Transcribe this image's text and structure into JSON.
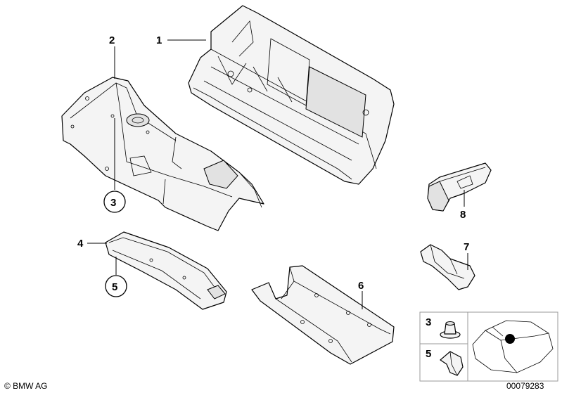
{
  "callouts": {
    "c1": "1",
    "c2": "2",
    "c3": "3",
    "c4": "4",
    "c5": "5",
    "c6": "6",
    "c7": "7",
    "c8": "8"
  },
  "legend": {
    "item_a": "3",
    "item_b": "5"
  },
  "footer": {
    "copyright": "© BMW AG",
    "diagram_number": "00079283"
  }
}
